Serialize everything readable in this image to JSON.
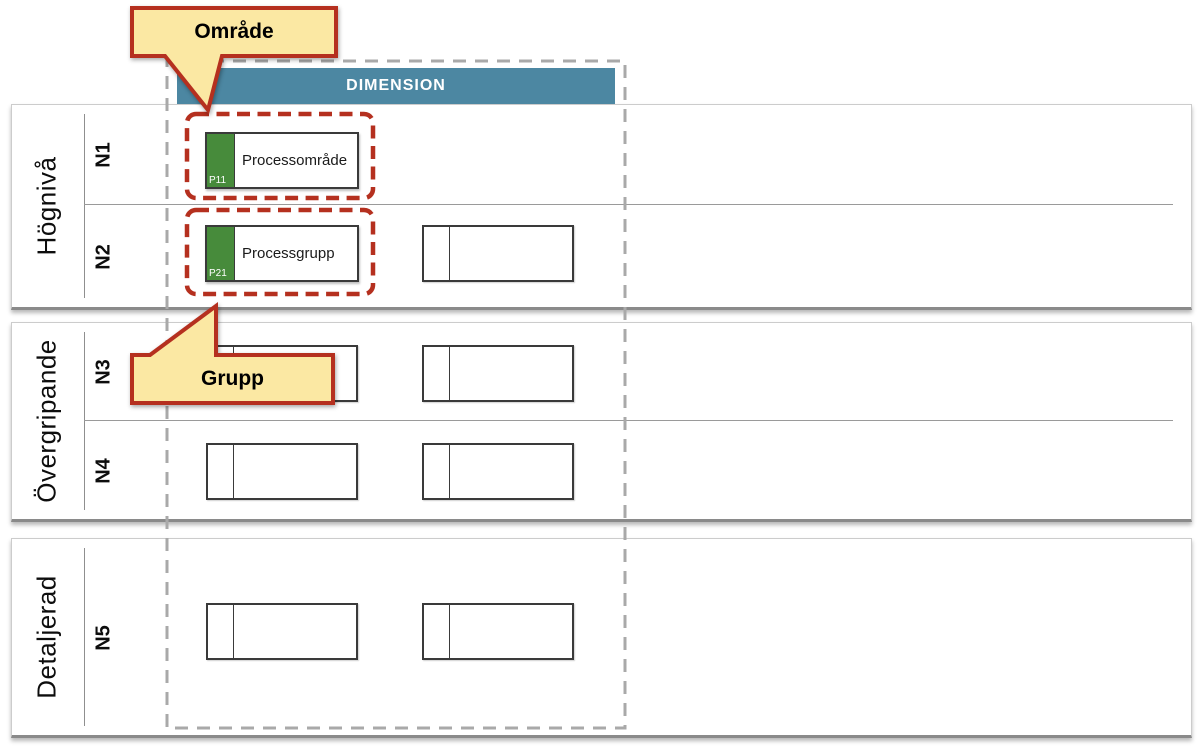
{
  "header": {
    "title": "DIMENSION"
  },
  "callouts": {
    "omrade": {
      "label": "Område"
    },
    "grupp": {
      "label": "Grupp"
    }
  },
  "bands": [
    {
      "label": "Högnivå",
      "rows": [
        {
          "label": "N1"
        },
        {
          "label": "N2"
        }
      ]
    },
    {
      "label": "Övergripande",
      "rows": [
        {
          "label": "N3"
        },
        {
          "label": "N4"
        }
      ]
    },
    {
      "label": "Detaljerad",
      "rows": [
        {
          "label": "N5"
        }
      ]
    }
  ],
  "boxes": {
    "p11": {
      "code": "P11",
      "label": "Processområde"
    },
    "p21": {
      "code": "P21",
      "label": "Processgrupp"
    }
  },
  "colors": {
    "header_bg": "#4C87A2",
    "box_green": "#478B3B",
    "highlight_red": "#B5301F",
    "callout_fill": "#FBE8A3",
    "dashed_gray": "#A9A9A9"
  }
}
